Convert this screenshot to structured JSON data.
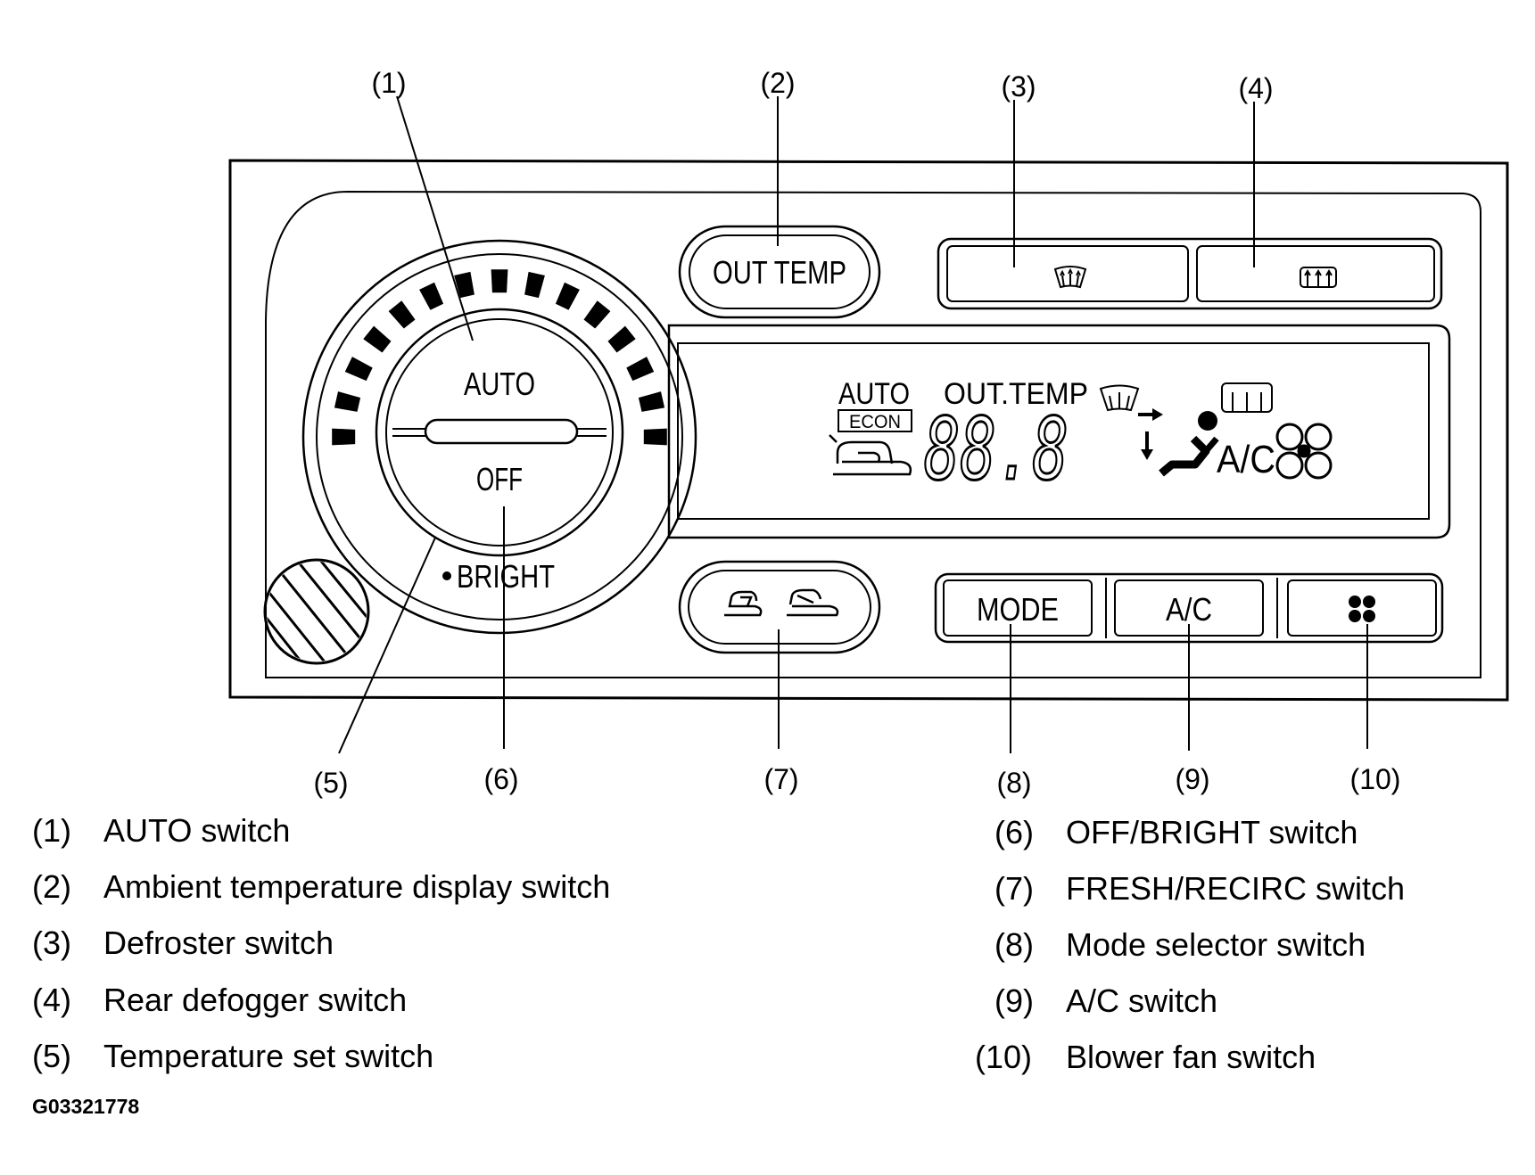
{
  "callouts": {
    "c1": "(1)",
    "c2": "(2)",
    "c3": "(3)",
    "c4": "(4)",
    "c5": "(5)",
    "c6": "(6)",
    "c7": "(7)",
    "c8": "(8)",
    "c9": "(9)",
    "c10": "(10)"
  },
  "panel": {
    "dial_auto": "AUTO",
    "dial_off": "OFF",
    "dial_bright": "BRIGHT",
    "out_temp_button": "OUT TEMP",
    "mode_button": "MODE",
    "ac_button": "A/C",
    "defroster_icon": "front-defroster-icon",
    "rear_defogger_icon": "rear-defogger-icon",
    "recirc_icon": "fresh-recirc-icon",
    "fan_icon": "fan-icon"
  },
  "display": {
    "auto": "AUTO",
    "econ": "ECON",
    "out_temp": "OUT.TEMP",
    "digits": "88.8",
    "ac": "A/C"
  },
  "legend": {
    "left": [
      {
        "num": "(1)",
        "text": "AUTO switch"
      },
      {
        "num": "(2)",
        "text": "Ambient temperature display switch"
      },
      {
        "num": "(3)",
        "text": "Defroster switch"
      },
      {
        "num": "(4)",
        "text": "Rear defogger switch"
      },
      {
        "num": "(5)",
        "text": "Temperature set switch"
      }
    ],
    "right": [
      {
        "num": "(6)",
        "text": "OFF/BRIGHT switch"
      },
      {
        "num": "(7)",
        "text": "FRESH/RECIRC switch"
      },
      {
        "num": "(8)",
        "text": "Mode selector switch"
      },
      {
        "num": "(9)",
        "text": "A/C switch"
      },
      {
        "num": "(10)",
        "text": "Blower fan switch"
      }
    ]
  },
  "figure_id": "G03321778"
}
